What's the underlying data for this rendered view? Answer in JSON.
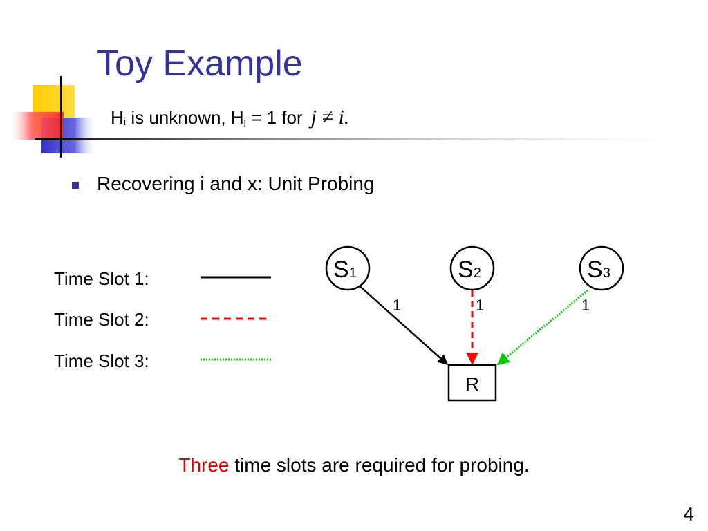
{
  "slide": {
    "title": "Toy Example",
    "subtitle": {
      "h_i_base": "H",
      "h_i_sub": "i",
      "text1": " is unknown, ",
      "h_j_base": "H",
      "h_j_sub": "j",
      "text2": " = 1 for",
      "condition": "j ≠ i."
    },
    "bullet": "Recovering i  and x: Unit Probing",
    "legend": [
      {
        "label": "Time Slot 1:",
        "style": "solid",
        "color": "#000000"
      },
      {
        "label": "Time Slot 2:",
        "style": "dashed",
        "color": "#ff0000"
      },
      {
        "label": "Time Slot 3:",
        "style": "dotted",
        "color": "#00cc00"
      }
    ],
    "nodes": {
      "s1": {
        "base": "S",
        "sub": "1"
      },
      "s2": {
        "base": "S",
        "sub": "2"
      },
      "s3": {
        "base": "S",
        "sub": "3"
      },
      "r": {
        "label": "R"
      }
    },
    "edges": [
      {
        "from": "S1",
        "to": "R",
        "weight": "1",
        "color": "#000000",
        "style": "solid"
      },
      {
        "from": "S2",
        "to": "R",
        "weight": "1",
        "color": "#ff0000",
        "style": "dashed"
      },
      {
        "from": "S3",
        "to": "R",
        "weight": "1",
        "color": "#00cc00",
        "style": "dotted"
      }
    ],
    "conclusion": {
      "highlight": "Three",
      "rest": " time slots are required for probing."
    },
    "page_number": "4",
    "colors": {
      "title": "#333399",
      "accent_yellow": "#ffcc00",
      "accent_blue": "#3333cc",
      "accent_red": "#ff3333"
    }
  }
}
